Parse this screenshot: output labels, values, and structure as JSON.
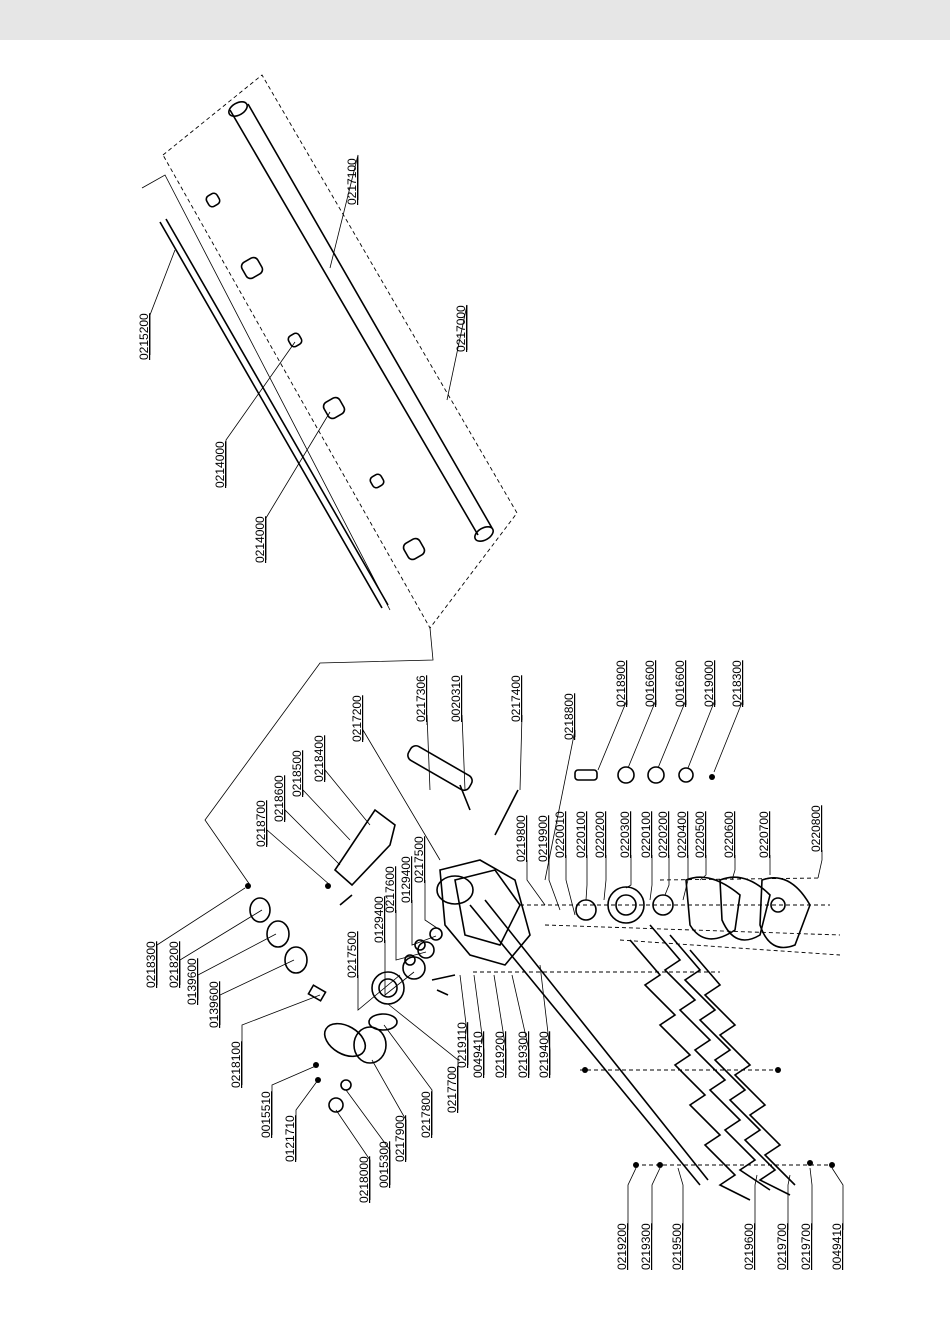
{
  "labels_upper": [
    "0215200",
    "0217100",
    "0217000",
    "0214000",
    "0214000"
  ],
  "labels_middle": [
    "0217306",
    "0020310",
    "0217400",
    "0217200",
    "0218400",
    "0218500",
    "0218600",
    "0218700",
    "0218800",
    "0218900",
    "0016600",
    "0016600",
    "0219000",
    "0218300"
  ],
  "labels_left": [
    "0218300",
    "0218200",
    "0139600",
    "0139600",
    "0218100",
    "0015510",
    "0121710",
    "0218000",
    "0015300",
    "0217900",
    "0217800",
    "0217700",
    "0217500",
    "0129400",
    "0217600",
    "0129400",
    "0217500"
  ],
  "labels_center": [
    "0219110",
    "0049410",
    "0219200",
    "0219300",
    "0219400",
    "0219800",
    "0219900",
    "0220010",
    "0220100",
    "0220200",
    "0220300",
    "0220100",
    "0220200",
    "0220400",
    "0220500",
    "0220600",
    "0220700",
    "0220800"
  ],
  "labels_bottom": [
    "0219200",
    "0219300",
    "0219500",
    "0219600",
    "0219700",
    "0219700",
    "0049410"
  ]
}
